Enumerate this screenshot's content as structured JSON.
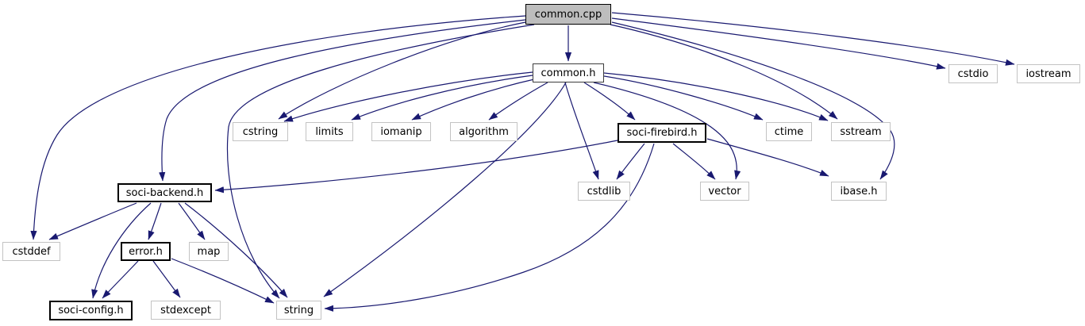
{
  "graph": {
    "type": "include-dependency-graph",
    "edge_color": "#191970",
    "root_fill_color": "#bdbdbd",
    "external_border_color": "#c3c3c3",
    "project_border_color": "#000000",
    "nodes": {
      "common_cpp": {
        "label": "common.cpp"
      },
      "common_h": {
        "label": "common.h"
      },
      "cstdio": {
        "label": "cstdio"
      },
      "iostream": {
        "label": "iostream"
      },
      "cstring": {
        "label": "cstring"
      },
      "limits": {
        "label": "limits"
      },
      "iomanip": {
        "label": "iomanip"
      },
      "algorithm": {
        "label": "algorithm"
      },
      "soci_firebird_h": {
        "label": "soci-firebird.h"
      },
      "ctime": {
        "label": "ctime"
      },
      "sstream": {
        "label": "sstream"
      },
      "soci_backend_h": {
        "label": "soci-backend.h"
      },
      "cstdlib": {
        "label": "cstdlib"
      },
      "vector": {
        "label": "vector"
      },
      "ibase_h": {
        "label": "ibase.h"
      },
      "cstddef": {
        "label": "cstddef"
      },
      "error_h": {
        "label": "error.h"
      },
      "map": {
        "label": "map"
      },
      "soci_config_h": {
        "label": "soci-config.h"
      },
      "stdexcept": {
        "label": "stdexcept"
      },
      "string": {
        "label": "string"
      }
    },
    "edges": [
      {
        "from": "common.cpp",
        "to": "common.h"
      },
      {
        "from": "common.cpp",
        "to": "cstdio"
      },
      {
        "from": "common.cpp",
        "to": "iostream"
      },
      {
        "from": "common.cpp",
        "to": "sstream"
      },
      {
        "from": "common.cpp",
        "to": "ibase.h"
      },
      {
        "from": "common.cpp",
        "to": "cstring"
      },
      {
        "from": "common.cpp",
        "to": "cstddef"
      },
      {
        "from": "common.cpp",
        "to": "soci-backend.h"
      },
      {
        "from": "common.cpp",
        "to": "string"
      },
      {
        "from": "common.h",
        "to": "cstring"
      },
      {
        "from": "common.h",
        "to": "limits"
      },
      {
        "from": "common.h",
        "to": "iomanip"
      },
      {
        "from": "common.h",
        "to": "algorithm"
      },
      {
        "from": "common.h",
        "to": "soci-firebird.h"
      },
      {
        "from": "common.h",
        "to": "ctime"
      },
      {
        "from": "common.h",
        "to": "sstream"
      },
      {
        "from": "common.h",
        "to": "cstdlib"
      },
      {
        "from": "common.h",
        "to": "vector"
      },
      {
        "from": "common.h",
        "to": "string"
      },
      {
        "from": "soci-firebird.h",
        "to": "soci-backend.h"
      },
      {
        "from": "soci-firebird.h",
        "to": "cstdlib"
      },
      {
        "from": "soci-firebird.h",
        "to": "vector"
      },
      {
        "from": "soci-firebird.h",
        "to": "ibase.h"
      },
      {
        "from": "soci-firebird.h",
        "to": "string"
      },
      {
        "from": "soci-backend.h",
        "to": "cstddef"
      },
      {
        "from": "soci-backend.h",
        "to": "error.h"
      },
      {
        "from": "soci-backend.h",
        "to": "map"
      },
      {
        "from": "soci-backend.h",
        "to": "soci-config.h"
      },
      {
        "from": "soci-backend.h",
        "to": "string"
      },
      {
        "from": "error.h",
        "to": "soci-config.h"
      },
      {
        "from": "error.h",
        "to": "stdexcept"
      },
      {
        "from": "error.h",
        "to": "string"
      }
    ]
  }
}
